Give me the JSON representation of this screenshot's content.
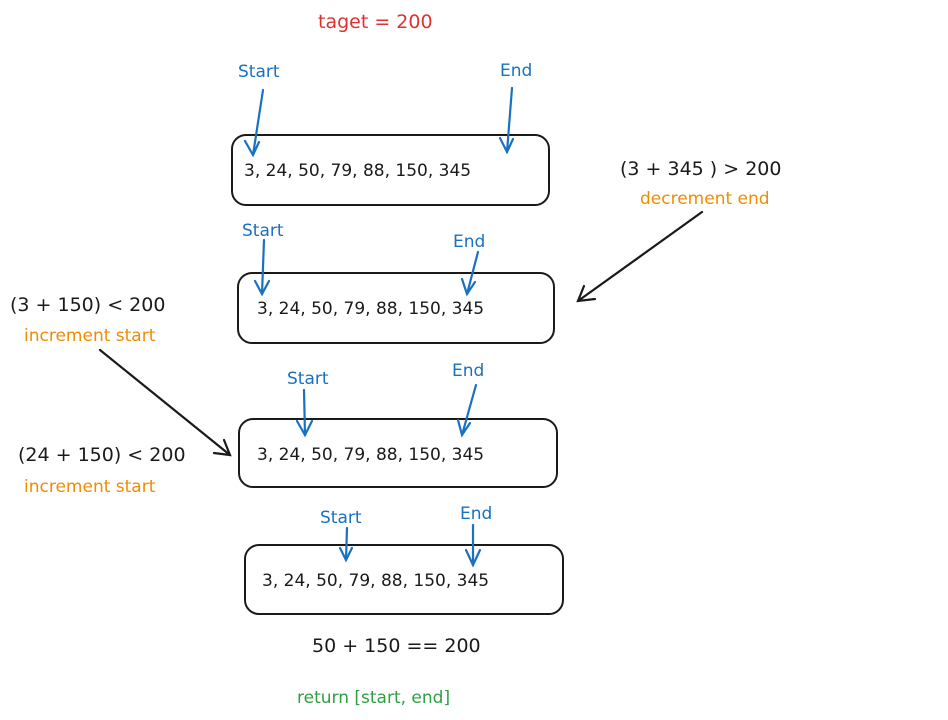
{
  "title": "taget = 200",
  "array_text": "3, 24, 50, 79, 88, 150, 345",
  "pointer_labels": {
    "start": "Start",
    "end": "End"
  },
  "steps": [
    {
      "condition": "(3 + 345 ) > 200",
      "action": "decrement end"
    },
    {
      "condition": "(3 + 150) < 200",
      "action": "increment start"
    },
    {
      "condition": "(24 + 150) < 200",
      "action": "increment start"
    }
  ],
  "result": {
    "equation": "50 + 150 == 200",
    "return_text": "return [start, end]"
  },
  "colors": {
    "pointer": "#1971c2",
    "action": "#f08c00",
    "title": "#e03131",
    "return": "#2f9e44",
    "ink": "#1a1a1a"
  }
}
